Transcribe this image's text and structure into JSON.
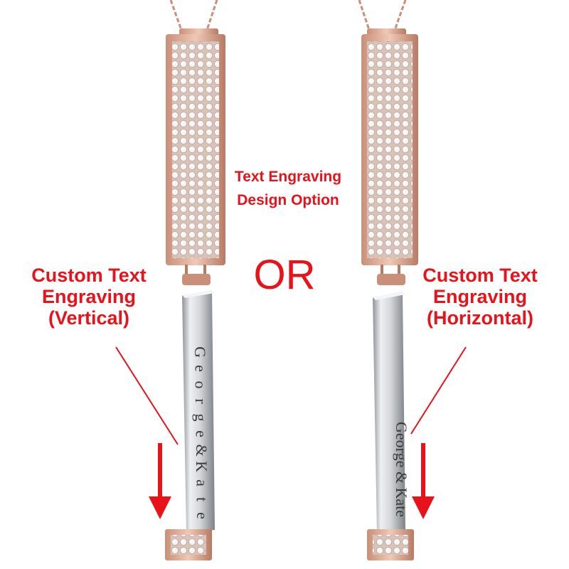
{
  "colors": {
    "caption_red": "#e8131a",
    "rose_gold": "#d9a58f",
    "silver": "#c9cdd1",
    "engraving": "#3a3a3a"
  },
  "center_caption": {
    "line1": "Text Engraving",
    "line2": "Design Option"
  },
  "or_text": "OR",
  "left_caption": {
    "line1": "Custom Text",
    "line2": "Engraving",
    "line3": "(Vertical)"
  },
  "right_caption": {
    "line1": "Custom Text",
    "line2": "Engraving",
    "line3": "(Horizontal)"
  },
  "left_engraving": {
    "letters": [
      "G",
      "e",
      "o",
      "r",
      "g",
      "e",
      "&",
      "K",
      "a",
      "t",
      "e"
    ]
  },
  "right_engraving": {
    "text": "George & Kate"
  }
}
